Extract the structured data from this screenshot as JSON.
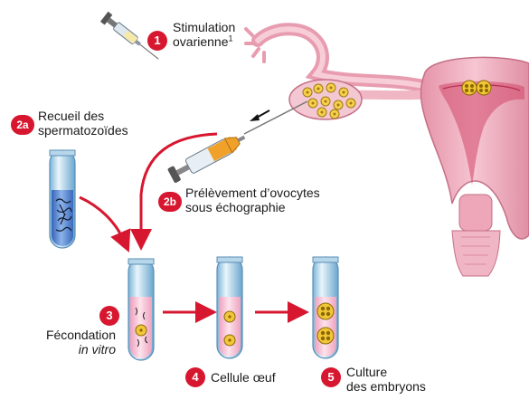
{
  "steps": {
    "s1": {
      "badge": "1",
      "line1": "Stimulation",
      "line2": "ovarienne",
      "sup": "1"
    },
    "s2a": {
      "badge": "2a",
      "line1": "Recueil des",
      "line2": "spermatozoïdes"
    },
    "s2b": {
      "badge": "2b",
      "line1": "Prélèvement d’ovocytes",
      "line2": "sous échographie"
    },
    "s3": {
      "badge": "3",
      "line1": "Fécondation",
      "line2": "in vitro"
    },
    "s4": {
      "badge": "4",
      "line1": "Cellule œuf"
    },
    "s5": {
      "badge": "5",
      "line1": "Culture",
      "line2": "des embryons"
    }
  },
  "colors": {
    "accent_red": "#d7172f",
    "tube_blue": "#4a7fd0",
    "tube_pink": "#f6bcd0",
    "uterus_pink": "#eba7b8",
    "follicle_yellow": "#f3c63a",
    "syringe_orange": "#f0a12a"
  },
  "icons": [
    "syringe-icon",
    "test-tube-icon",
    "uterus-icon",
    "ovary-icon",
    "egg-cell-icon",
    "embryo-icon",
    "arrow-icon"
  ]
}
